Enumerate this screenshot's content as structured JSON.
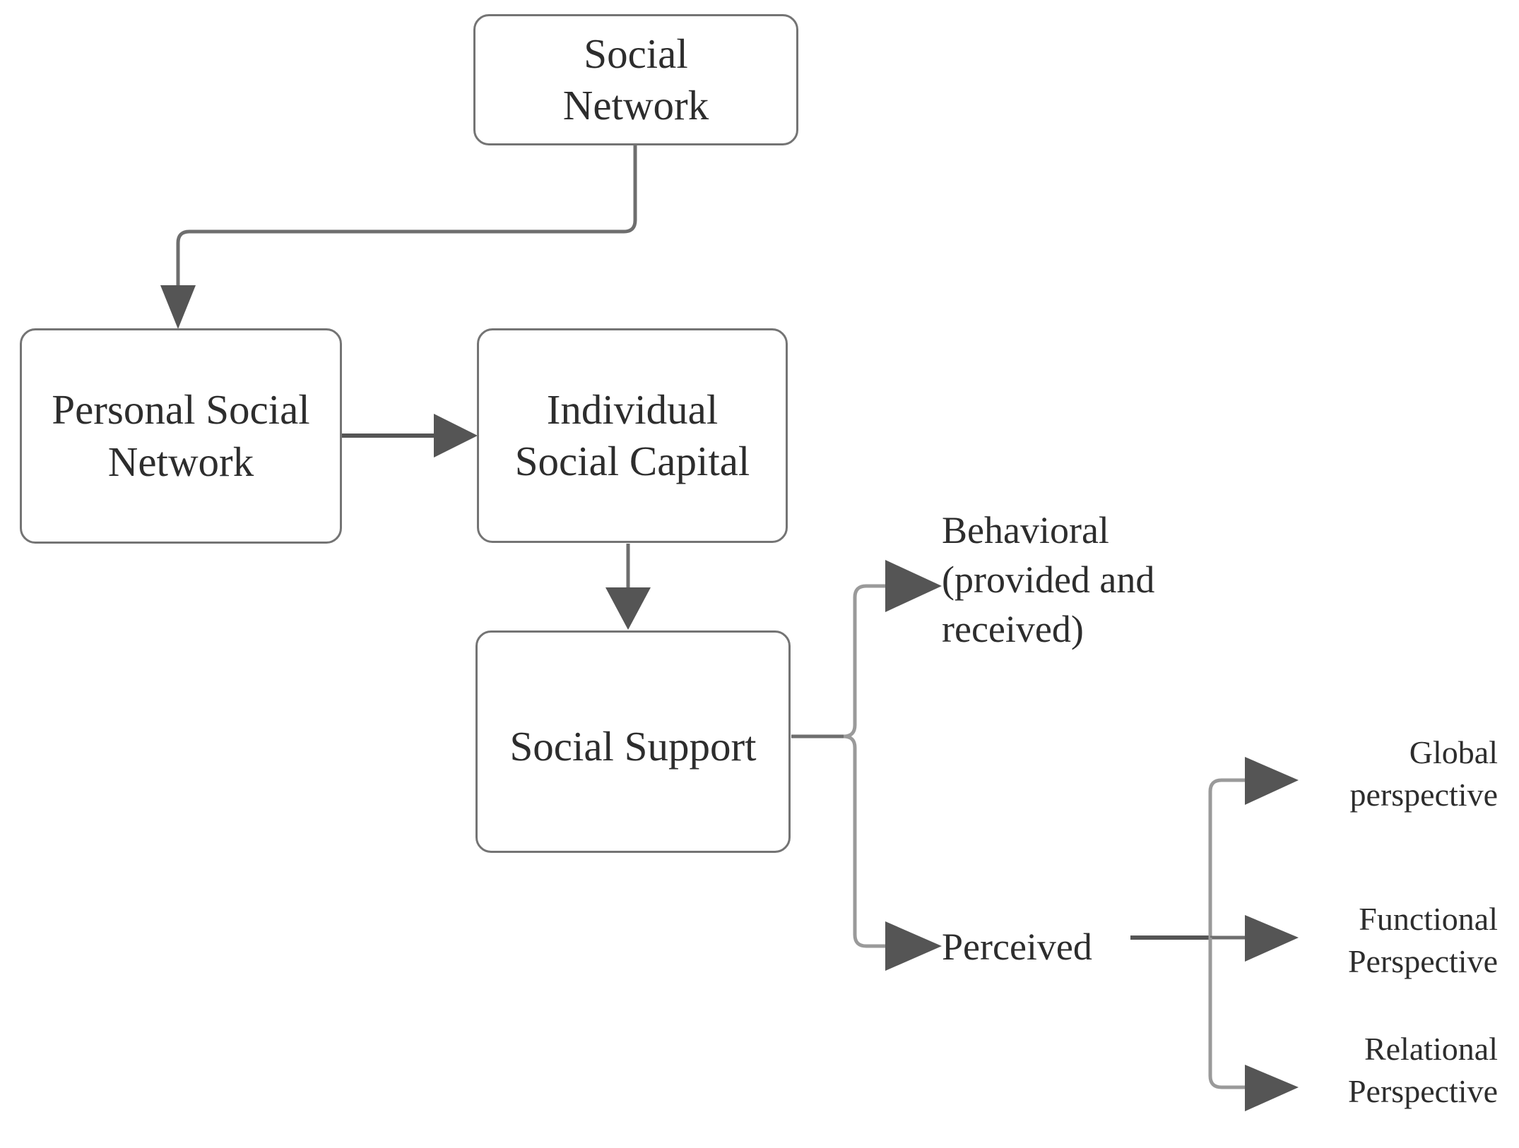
{
  "figure": {
    "type": "flow-diagram",
    "background_color": "#ffffff",
    "box_border_color": "#747474",
    "connector_color": "#6e6e6e",
    "arrowhead_color": "#555555",
    "text_color": "#2d2d2d"
  },
  "nodes": {
    "social_network": "Social\nNetwork",
    "personal_social_network": "Personal Social\nNetwork",
    "individual_social_capital": "Individual\nSocial Capital",
    "social_support": "Social Support"
  },
  "branch_labels": {
    "behavioral": "Behavioral\n(provided and\nreceived)",
    "perceived": "Perceived",
    "global_perspective": "Global\nperspective",
    "functional_perspective": "Functional\nPerspective",
    "relational_perspective": "Relational\nPerspective"
  },
  "edges": [
    {
      "from": "social_network",
      "to": "personal_social_network",
      "style": "elbow",
      "arrow": "down"
    },
    {
      "from": "personal_social_network",
      "to": "individual_social_capital",
      "style": "straight",
      "arrow": "right"
    },
    {
      "from": "individual_social_capital",
      "to": "social_support",
      "style": "straight",
      "arrow": "down"
    },
    {
      "from": "social_support",
      "to": "behavioral",
      "style": "branch-up",
      "arrow": "right"
    },
    {
      "from": "social_support",
      "to": "perceived",
      "style": "branch-down",
      "arrow": "right"
    },
    {
      "from": "perceived",
      "to": "global_perspective",
      "style": "branch-up",
      "arrow": "right"
    },
    {
      "from": "perceived",
      "to": "functional_perspective",
      "style": "straight",
      "arrow": "right"
    },
    {
      "from": "perceived",
      "to": "relational_perspective",
      "style": "branch-down",
      "arrow": "right"
    }
  ]
}
